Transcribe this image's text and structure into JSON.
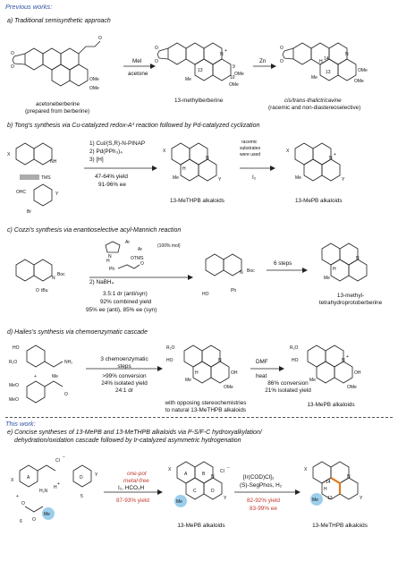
{
  "headers": {
    "previous": "Previous works:",
    "this_work": "This work:"
  },
  "section_a": {
    "title": "a) Traditional semisynthetic approach",
    "reagent1_top": "MeI",
    "reagent1_bottom": "acetone",
    "reagent2_top": "Zn",
    "cpd1_name": "acetoneberberine",
    "cpd1_note": "(prepared from berberine)",
    "cpd2_name": "13-methylberberine",
    "cpd3_name": "cis/trans-thalictricavine",
    "cpd3_note": "(racemic and non-diastereoselective)",
    "atoms": {
      "ome": "OMe",
      "me": "Me",
      "n_plus": "N",
      "h": "H",
      "n13": "13",
      "n14": "14",
      "n9": "9",
      "n10": "10"
    }
  },
  "section_b": {
    "title": "b) Tong's synthesis via Cu-catalyzed redox-A³ reaction followed by Pd-catalyzed cyclization",
    "conditions": [
      "1) CuI/(S,R)-N-PINAP",
      "2) Pd(PPh₃)₄",
      "3) [H]",
      "47-64% yield",
      "91-96% ee"
    ],
    "tms": "TMS",
    "ohc": "OHC",
    "br": "Br",
    "x": "X",
    "y": "Y",
    "nh": "NH",
    "n": "N",
    "note": [
      "racemic",
      "substrates",
      "were used"
    ],
    "reagent": "I₂",
    "product1": "13-MeTHPB alkaloids",
    "product2": "13-MePB alkaloids"
  },
  "section_c": {
    "title": "c) Cozzi's synthesis via enantioselective acyl-Mannich reaction",
    "cat_note": "(100% mol)",
    "step1": "1)",
    "step2": "2) NaBH₄",
    "results": [
      "3.5:1 dr (anti/syn)",
      "92% combined yield",
      "95% ee (anti), 85% ee (syn)"
    ],
    "steps": "6 steps",
    "product": [
      "13-methyl-",
      "tetrahydroprotoberberine"
    ],
    "atoms": {
      "boc": "Boc",
      "otbu": "OᵗBu",
      "otms": "OTMS",
      "ar": "Ar",
      "ph": "Ph",
      "ho": "HO",
      "n": "N",
      "nh": "N",
      "h": "H"
    }
  },
  "section_d": {
    "title": "d) Hailes's synthesis via chemoenzymatic cascade",
    "cond1": [
      "3 chemoenzymatic",
      "steps"
    ],
    "res1": [
      ">99% conversion",
      "24% isolated yield",
      "24:1 dr"
    ],
    "note": [
      "with opposing stereochemistries",
      "to natural 13-MeTHPB alkaloids"
    ],
    "cond2_top": "DMF",
    "cond2_bottom": "heat",
    "res2": [
      "86% conversion",
      "21% isolated yield"
    ],
    "product": "13-MePB alkaloids",
    "atoms": {
      "r2o": "R₂O",
      "r1o": "R₁O",
      "ho": "HO",
      "meo": "MeO",
      "nh2": "NH₂",
      "ome": "OMe",
      "me": "Me",
      "o": "O",
      "n": "N",
      "h": "H"
    }
  },
  "section_e": {
    "title_lines": [
      "e) Concise syntheses of 13-MePB and 13-MeTHPB alkaloids via P-S/F-C hydroxyalkylation/",
      "dehydration/oxidation cascade followed by Ir-catalyzed asymmetric hydrogenation"
    ],
    "onepot": [
      "one-pot",
      "metal-free"
    ],
    "reagent1": "I₂, HCO₂H",
    "yield1": "87-93% yield",
    "reagent2": [
      "[Ir(COD)Cl]₂",
      "(S)-SegPhos, H₂"
    ],
    "yield2": [
      "82-92% yield",
      "83-99% ee"
    ],
    "product1": "13-MePB alkaloids",
    "product2": "13-MeTHPB alkaloids",
    "atoms": {
      "cl": "Cl",
      "h2n": "H₂N",
      "n5": "5",
      "n6": "6",
      "me": "Me",
      "o": "O",
      "x": "X",
      "y": "Y",
      "a": "A",
      "b": "B",
      "c": "C",
      "d": "D",
      "n": "N",
      "h": "H",
      "n13": "13",
      "n14": "14",
      "plus": "+"
    }
  }
}
